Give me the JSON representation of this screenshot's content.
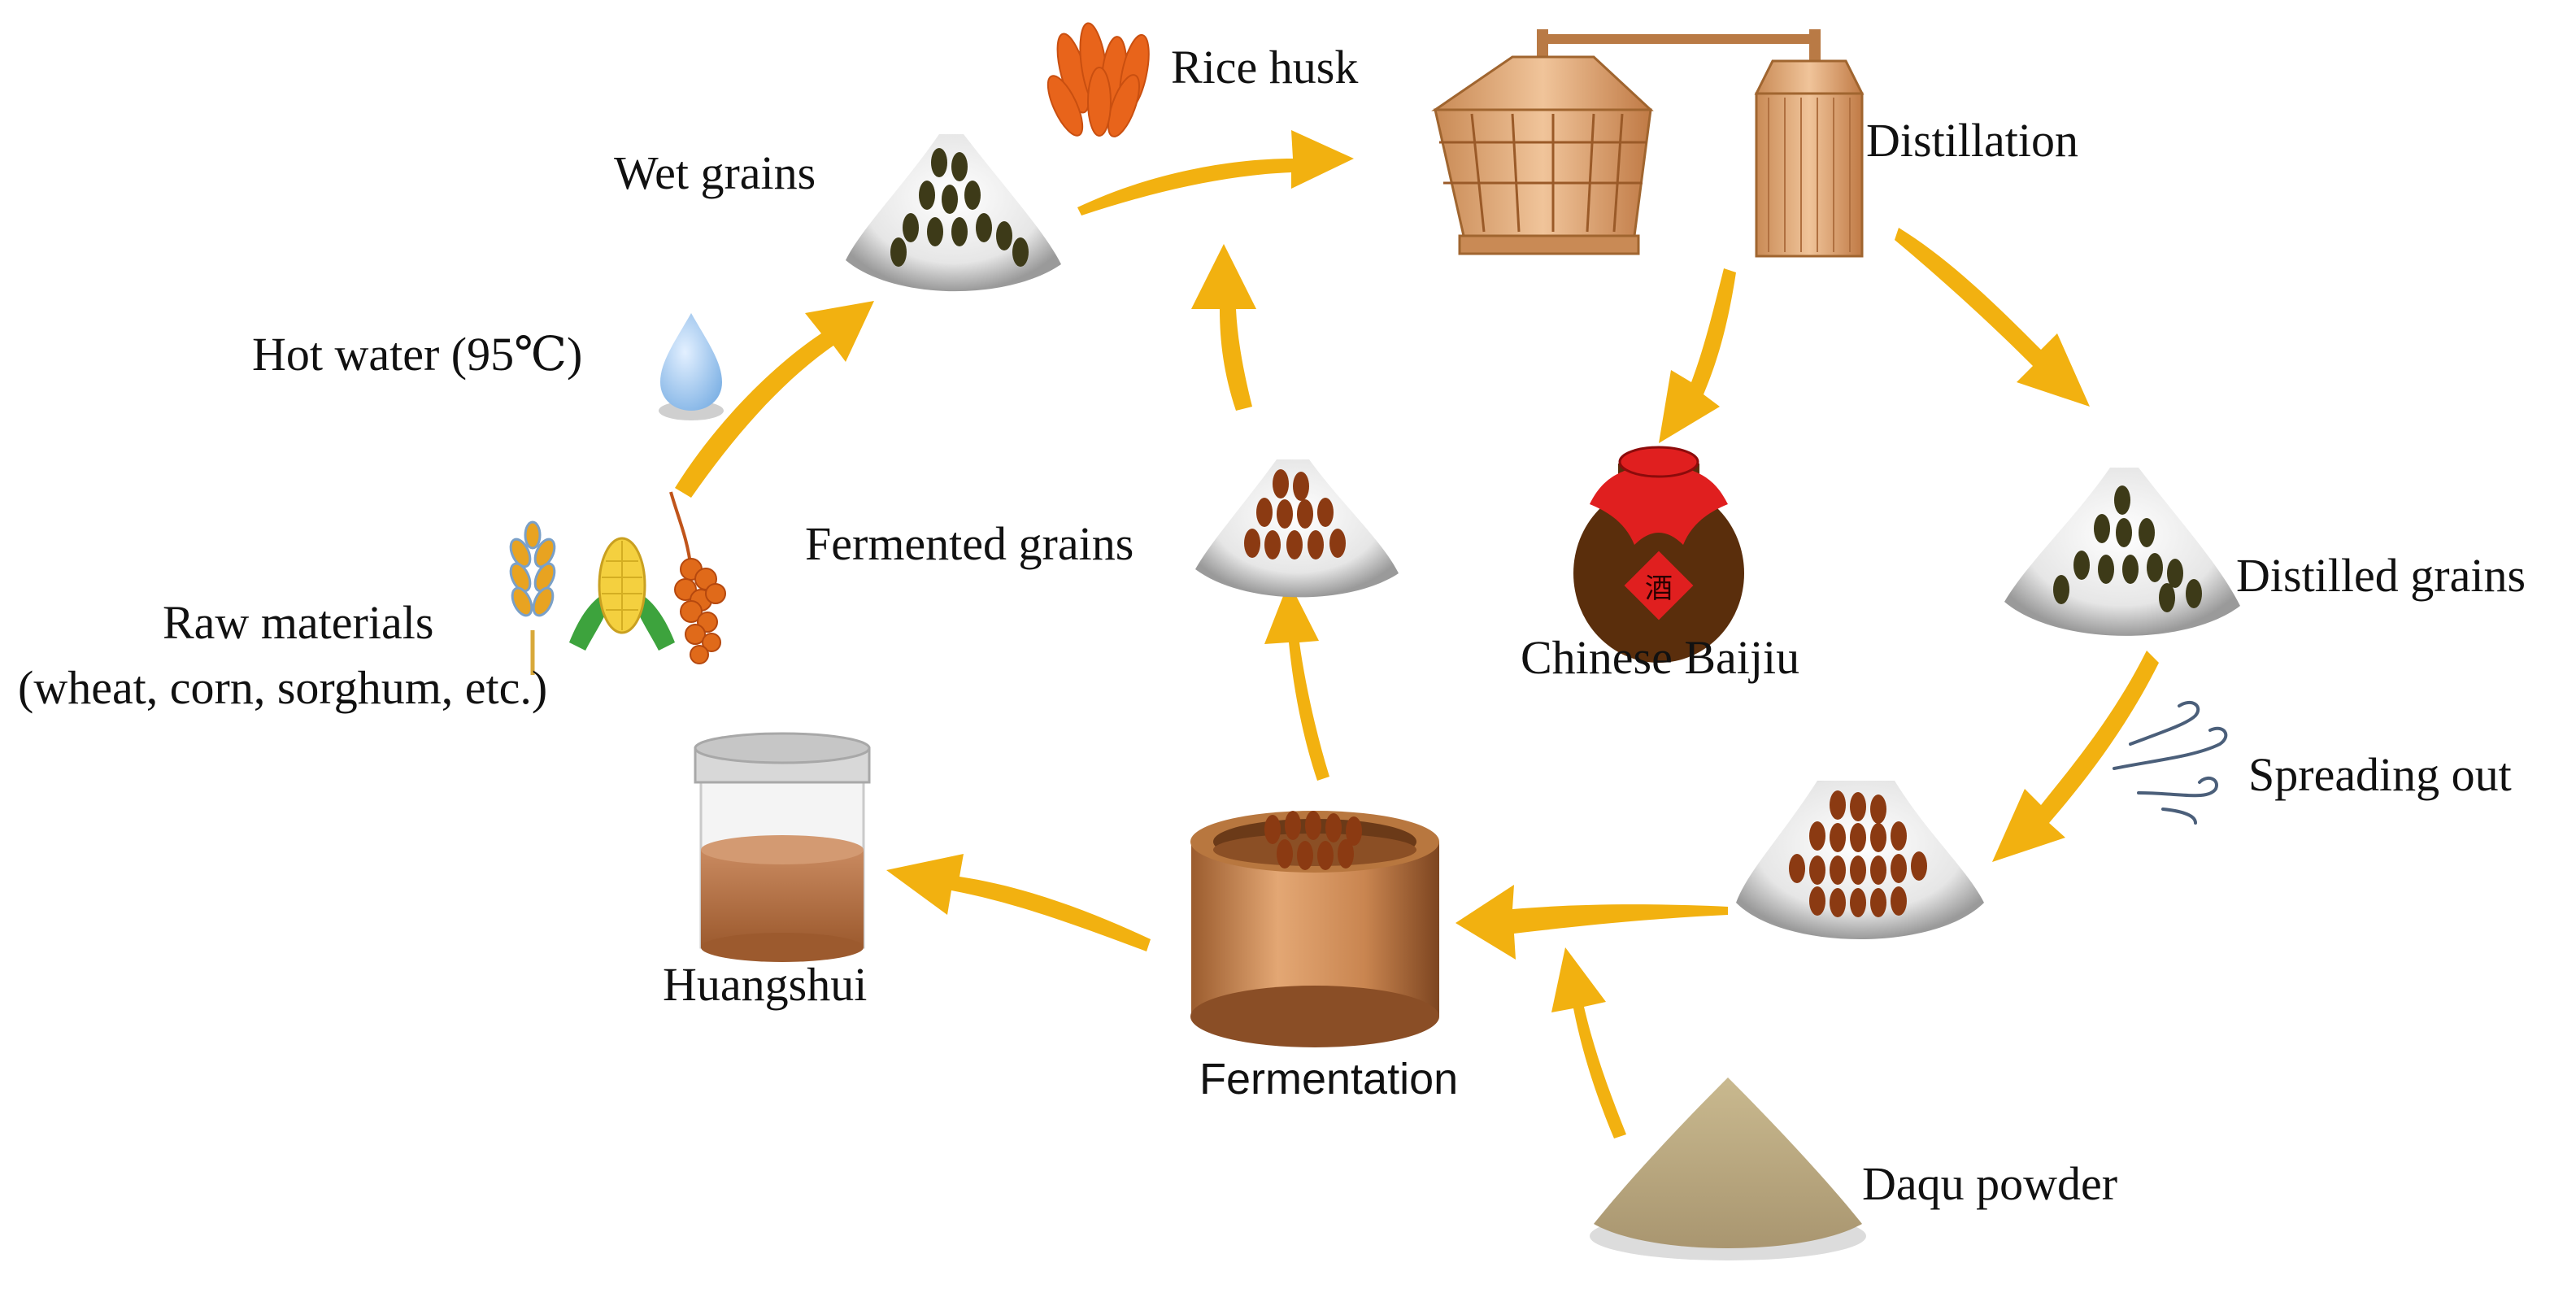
{
  "labels": {
    "rice_husk": "Rice husk",
    "distillation": "Distillation",
    "wet_grains": "Wet grains",
    "hot_water": "Hot water (95℃)",
    "chinese_baijiu": "Chinese Baijiu",
    "baijiu_jar_char": "酒",
    "distilled_grains": "Distilled grains",
    "fermented_grains": "Fermented grains",
    "raw_materials_line1": "Raw materials",
    "raw_materials_line2": "(wheat, corn, sorghum, etc.)",
    "spreading_out": "Spreading out",
    "huangshui": "Huangshui",
    "fermentation": "Fermentation",
    "daqu_powder": "Daqu powder"
  },
  "colors": {
    "arrow": "#F2B110",
    "grain_dark": "#3d3a18",
    "grain_brown": "#8B3A12",
    "wood": "#C98A55",
    "jar_body": "#5a2e0c",
    "jar_cloth": "#E01F1F",
    "daqu": "#B5A47F",
    "water_drop": "#9CC3EA"
  },
  "icons": [
    "rice-husk-icon",
    "distillation-apparatus-icon",
    "wet-grains-pile-icon",
    "water-drop-icon",
    "raw-materials-icon",
    "baijiu-jar-icon",
    "distilled-grains-pile-icon",
    "fermented-grains-pile-icon",
    "spreading-grains-pile-icon",
    "wind-icon",
    "fermentation-pit-icon",
    "huangshui-jar-icon",
    "daqu-powder-pile-icon"
  ]
}
